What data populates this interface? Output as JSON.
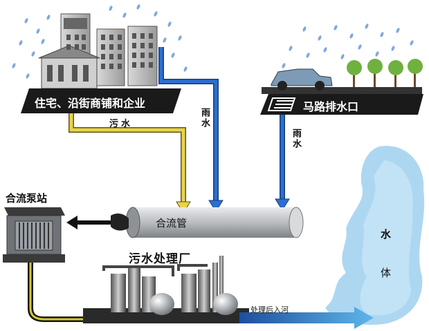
{
  "labels": {
    "residential_banner": "住宅、沿街商铺和企业",
    "road_drain_banner": "马路排水口",
    "sewage": "污水",
    "rain_left": "雨水",
    "rain_right": "雨水",
    "combined_pipe": "合流管",
    "pump_station": "合流泵站",
    "treatment_plant": "污水处理厂",
    "after_treatment": "处理后入河",
    "water_body_char1": "水",
    "water_body_char2": "体"
  },
  "colors": {
    "sewage_pipe": "#e8d44a",
    "rain_pipe": "#2b6fd1",
    "pipe_gray": "#c9cccf",
    "banner_dark": "#1a1a1a",
    "water_body": "#9fd0ef",
    "rain_drop": "#7fa9df"
  }
}
